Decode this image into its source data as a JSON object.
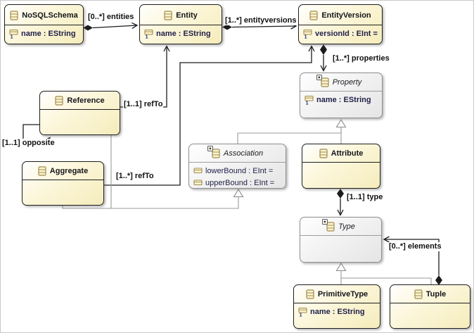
{
  "classes": {
    "nosqlschema": {
      "name": "NoSQLSchema",
      "abstract": false,
      "attributes": [
        {
          "text": "name : EString",
          "required": true
        }
      ]
    },
    "entity": {
      "name": "Entity",
      "abstract": false,
      "attributes": [
        {
          "text": "name : EString",
          "required": true
        }
      ]
    },
    "entityversion": {
      "name": "EntityVersion",
      "abstract": false,
      "attributes": [
        {
          "text": "versionId : EInt =",
          "required": true
        }
      ]
    },
    "property": {
      "name": "Property",
      "abstract": true,
      "attributes": [
        {
          "text": "name : EString",
          "required": true
        }
      ]
    },
    "reference": {
      "name": "Reference",
      "abstract": false,
      "attributes": []
    },
    "aggregate": {
      "name": "Aggregate",
      "abstract": false,
      "attributes": []
    },
    "association": {
      "name": "Association",
      "abstract": true,
      "attributes": [
        {
          "text": "lowerBound : EInt =",
          "required": false
        },
        {
          "text": "upperBound : EInt =",
          "required": false
        }
      ]
    },
    "attribute": {
      "name": "Attribute",
      "abstract": false,
      "attributes": []
    },
    "type": {
      "name": "Type",
      "abstract": true,
      "attributes": []
    },
    "primitivetype": {
      "name": "PrimitiveType",
      "abstract": false,
      "attributes": [
        {
          "text": "name : EString",
          "required": true
        }
      ]
    },
    "tuple": {
      "name": "Tuple",
      "abstract": false,
      "attributes": []
    }
  },
  "edges": {
    "entities": {
      "label": "[0..*] entities",
      "source": "NoSQLSchema",
      "target": "Entity",
      "kind": "containment"
    },
    "entityversions": {
      "label": "[1..*] entityversions",
      "source": "Entity",
      "target": "EntityVersion",
      "kind": "containment"
    },
    "properties": {
      "label": "[1..*] properties",
      "source": "EntityVersion",
      "target": "Property",
      "kind": "containment"
    },
    "refto_reference": {
      "label": "[1..1] refTo",
      "source": "Reference",
      "target": "Entity",
      "kind": "reference"
    },
    "refto_aggregate": {
      "label": "[1..*] refTo",
      "source": "Aggregate",
      "target": "EntityVersion",
      "kind": "reference"
    },
    "opposite": {
      "label": "[1..1] opposite",
      "source": "Reference",
      "target": "Reference",
      "kind": "reference"
    },
    "type": {
      "label": "[1..1] type",
      "source": "Attribute",
      "target": "Type",
      "kind": "containment"
    },
    "elements": {
      "label": "[0..*] elements",
      "source": "Tuple",
      "target": "Type",
      "kind": "containment"
    }
  },
  "generalizations": [
    {
      "from": "Association",
      "to": "Property"
    },
    {
      "from": "Attribute",
      "to": "Property"
    },
    {
      "from": "Reference",
      "to": "Association"
    },
    {
      "from": "Aggregate",
      "to": "Association"
    },
    {
      "from": "PrimitiveType",
      "to": "Type"
    },
    {
      "from": "Tuple",
      "to": "Type"
    }
  ],
  "icons": {
    "class_icon": "eclass-icon",
    "attribute_icon": "eattribute-icon",
    "abstract_badge": "abstract-badge-icon"
  },
  "colors": {
    "class_fill": "#f5ecbb",
    "class_border": "#1f1f1f",
    "abstract_fill": "#e5e5e5",
    "abstract_border": "#8f8f8f",
    "attribute_text": "#21214a",
    "icon_tan": "#a08b4f",
    "edge_black": "#1c1c1c",
    "generalization_gray": "#9a9a9a",
    "canvas_bg": "#ffffff"
  }
}
